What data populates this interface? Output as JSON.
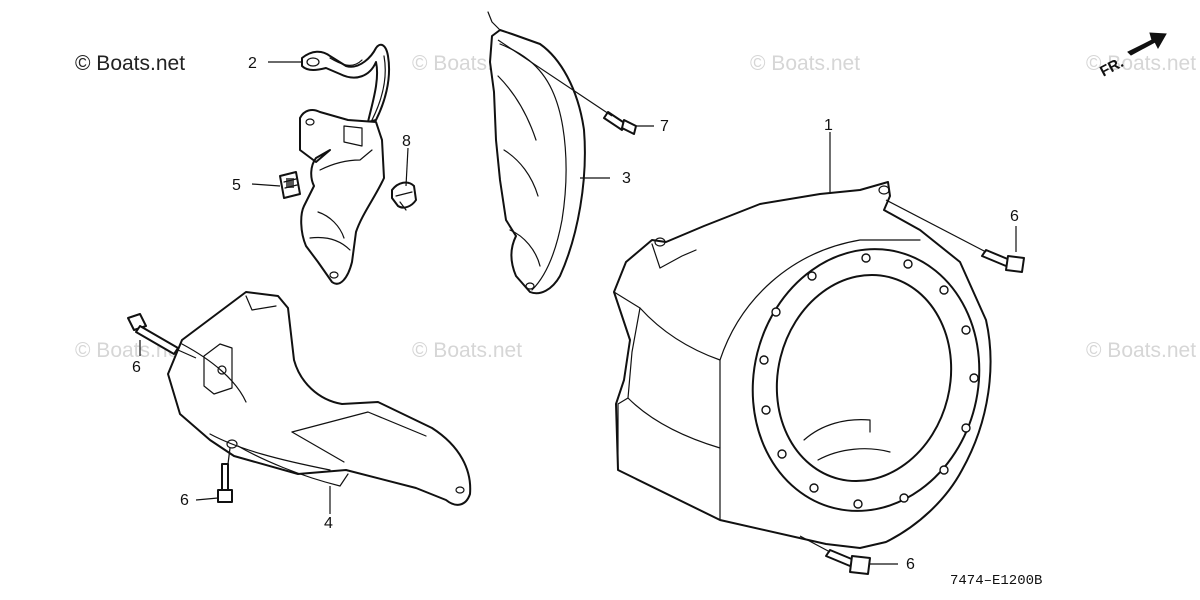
{
  "copyright": "© Boats.net",
  "watermark": "© Boats.net",
  "direction_label": "FR.",
  "diagram_code": "7474–E1200B",
  "callouts": {
    "c1": "1",
    "c2": "2",
    "c3": "3",
    "c4": "4",
    "c5": "5",
    "c6a": "6",
    "c6b": "6",
    "c6c": "6",
    "c6d": "6",
    "c7": "7",
    "c8": "8"
  },
  "colors": {
    "ink": "#111111",
    "watermark": "#d6d6d6",
    "background": "#ffffff"
  },
  "icons": {
    "direction_arrow": "front-direction-arrow-icon"
  }
}
